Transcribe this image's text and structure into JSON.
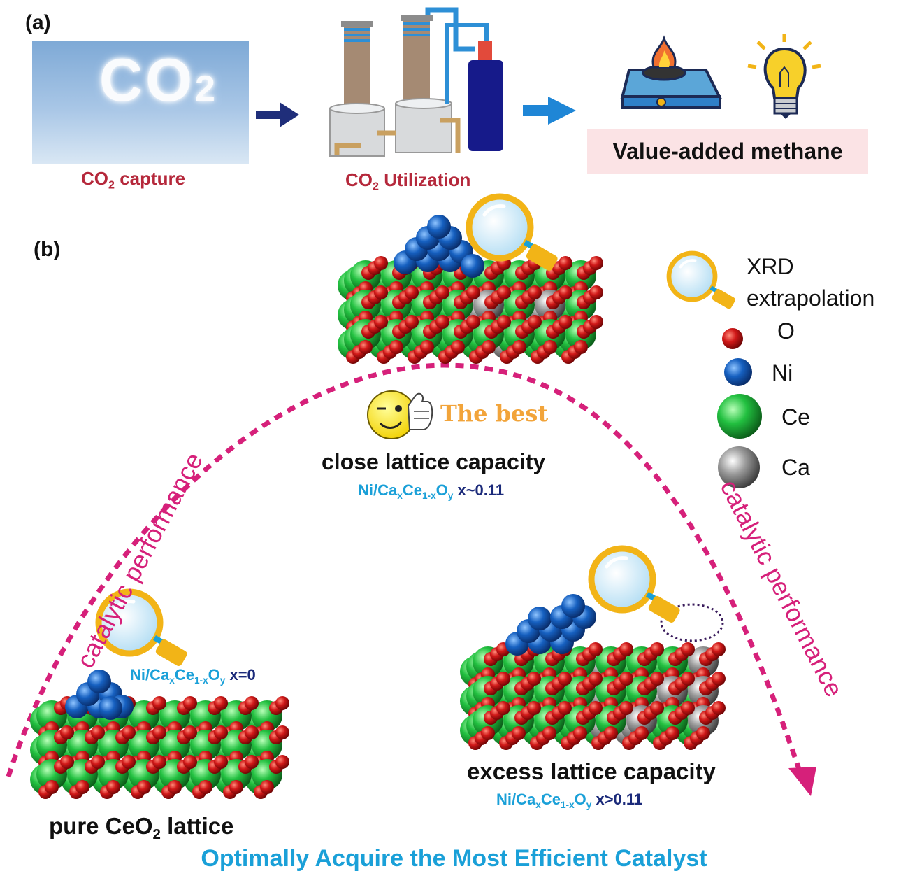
{
  "panels": {
    "a": "(a)",
    "b": "(b)"
  },
  "panel_a": {
    "sky_text": "CO",
    "sky_text_sub": "2",
    "capture": {
      "main": "CO",
      "sub": "2",
      "rest": " capture"
    },
    "utilization": {
      "main": "CO",
      "sub": "2",
      "rest": " Utilization"
    },
    "methane": "Value-added methane"
  },
  "panel_b": {
    "best_badge": "The best",
    "close": {
      "title": "close lattice capacity",
      "formula": {
        "ni": "Ni/Ca",
        "x_sub": "x",
        "ce": "Ce",
        "ce_sub": "1-x",
        "o": "O",
        "o_sub": "y",
        "cond": " x~0.11"
      }
    },
    "pure": {
      "title_pre": "pure CeO",
      "title_sub": "2",
      "title_post": " lattice",
      "formula": {
        "ni": "Ni/Ca",
        "x_sub": "x",
        "ce": "Ce",
        "ce_sub": "1-x",
        "o": "O",
        "o_sub": "y",
        "cond": " x=0"
      }
    },
    "excess": {
      "title": "excess lattice capacity",
      "formula": {
        "ni": "Ni/Ca",
        "x_sub": "x",
        "ce": "Ce",
        "ce_sub": "1-x",
        "o": "O",
        "o_sub": "y",
        "cond": " x>0.11"
      }
    },
    "curve_label_left": "catalytic performance",
    "curve_label_right": "catalytic performance",
    "bottom_title": "Optimally Acquire the Most Efficient Catalyst"
  },
  "legend": {
    "xrd_line1": "XRD",
    "xrd_line2": "extrapolation",
    "items": [
      {
        "label": "O",
        "color": "#d01818"
      },
      {
        "label": "Ni",
        "color": "#1660c0"
      },
      {
        "label": "Ce",
        "color": "#22c040"
      },
      {
        "label": "Ca",
        "color": "#8a8a8a"
      }
    ]
  },
  "colors": {
    "oxygen": "#d01818",
    "nickel": "#1660c0",
    "cerium": "#22c040",
    "calcium": "#8a8a8a",
    "curve": "#d6207a",
    "accent_blue": "#1aa0d8",
    "dark_blue": "#1b2a7a",
    "label_red": "#b5283b"
  },
  "icons": [
    "magnifier-icon",
    "gas-stove-icon",
    "light-bulb-icon",
    "thumbs-up-emoji-icon",
    "factory-chimney-icon"
  ]
}
